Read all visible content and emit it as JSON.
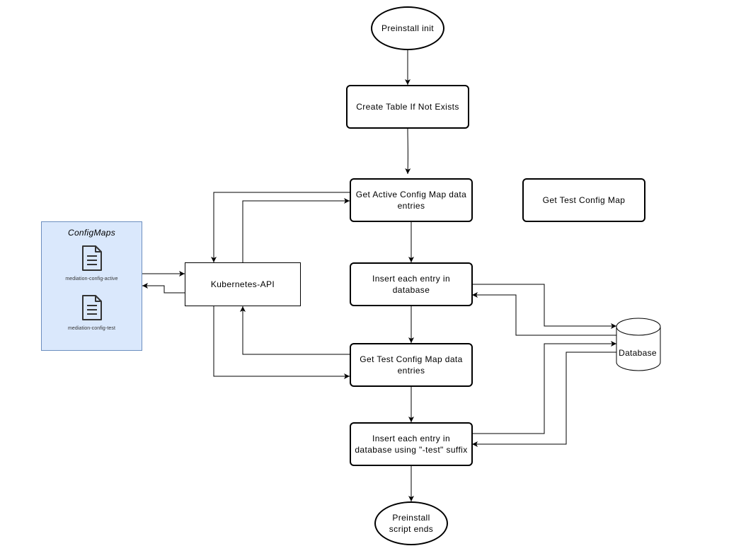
{
  "nodes": {
    "preinstall_init": "Preinstall init",
    "create_table": "Create Table If Not Exists",
    "get_active_config": "Get Active Config Map data entries",
    "get_test_config_standalone": "Get Test Config Map",
    "insert_each_entry": "Insert each entry in database",
    "kubernetes_api": "Kubernetes-API",
    "get_test_config_entries": "Get Test Config Map data entries",
    "insert_each_entry_test": "Insert each entry in database using \"-test\" suffix",
    "preinstall_end": "Preinstall script ends",
    "database": "Database"
  },
  "configmaps": {
    "title": "ConfigMaps",
    "items": [
      "mediation-config-active",
      "mediation-config-test"
    ]
  },
  "colors": {
    "configmaps_fill": "#dae8fc",
    "configmaps_border": "#6c8ebf"
  },
  "icons": {
    "configmap_item": "document-icon",
    "database": "database-cylinder-icon"
  }
}
